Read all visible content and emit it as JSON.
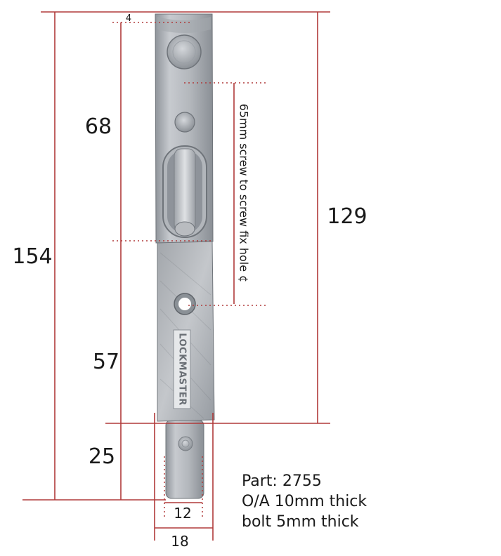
{
  "colors": {
    "dimension_line": "#b03a3a",
    "steel_light": "#c9ccd0",
    "steel_mid": "#a9adb2",
    "steel_dark": "#7d8288",
    "text": "#1a1a1a"
  },
  "dimensions": {
    "top_gap": "4",
    "upper_section": "68",
    "lower_section": "57",
    "bolt_length": "25",
    "overall_length": "154",
    "screw_span_total": "129",
    "bolt_width": "12",
    "body_width": "18"
  },
  "screw_annotation": "65mm screw to screw fix hole ¢",
  "brand_label": "LOCKMASTER",
  "notes": {
    "part": "Part: 2755",
    "thickness": "O/A 10mm thick",
    "bolt": "bolt 5mm thick"
  }
}
